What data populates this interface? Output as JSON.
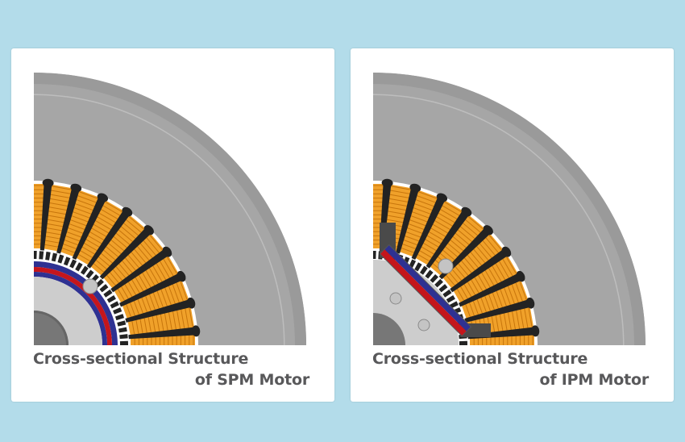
{
  "panels": [
    {
      "caption_line1": "Cross-sectional Structure",
      "caption_line2": "of SPM Motor",
      "rotor_type": "surface-magnet"
    },
    {
      "caption_line1": "Cross-sectional Structure",
      "caption_line2": "of IPM Motor",
      "rotor_type": "interior-magnet"
    }
  ],
  "colors": {
    "background": "#b3dcea",
    "stator": "#a6a6a6",
    "coil": "#f0a12a",
    "coil_line": "#c7750c",
    "tooth": "#232323",
    "magnet_north": "#2e3192",
    "magnet_south": "#c4161c",
    "rotor": "#cdcdcd",
    "shaft": "#777777"
  }
}
